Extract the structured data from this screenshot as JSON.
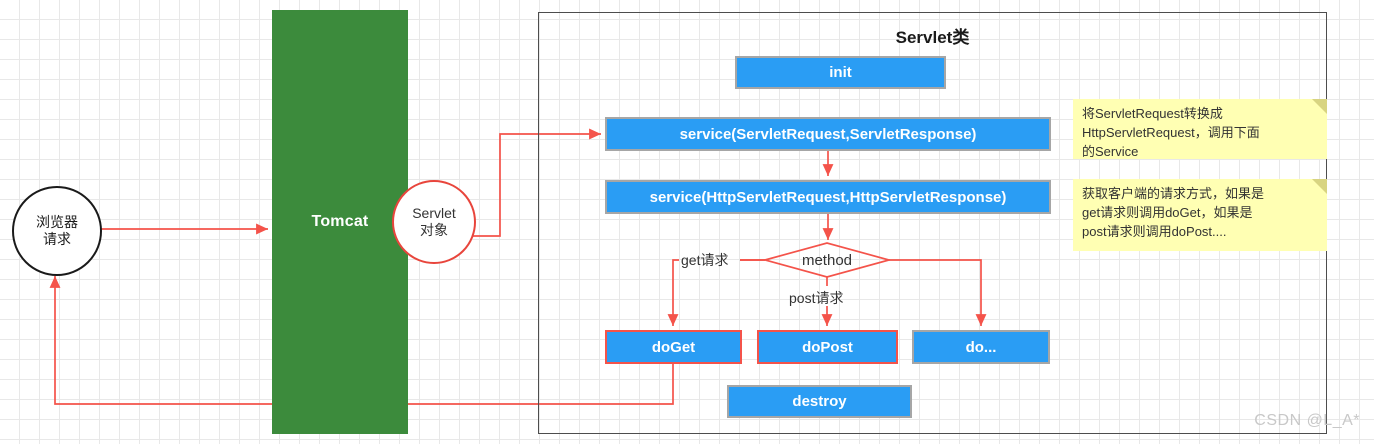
{
  "diagram": {
    "title": "Servlet类",
    "watermark": "CSDN @L_A*"
  },
  "nodes": {
    "browser": {
      "line1": "浏览器",
      "line2": "请求"
    },
    "tomcat": {
      "label": "Tomcat"
    },
    "servlet_object": {
      "line1": "Servlet",
      "line2": "对象"
    },
    "init": {
      "label": "init"
    },
    "service_generic": {
      "label": "service(ServletRequest,ServletResponse)"
    },
    "service_http": {
      "label": "service(HttpServletRequest,HttpServletResponse)"
    },
    "decision": {
      "label": "method"
    },
    "doget": {
      "label": "doGet"
    },
    "dopost": {
      "label": "doPost"
    },
    "dodots": {
      "label": "do..."
    },
    "destroy": {
      "label": "destroy"
    }
  },
  "edge_labels": {
    "get": "get请求",
    "post": "post请求"
  },
  "notes": [
    {
      "line1": "将ServletRequest转换成",
      "line2": "HttpServletRequest，调用下面",
      "line3": "的Service"
    },
    {
      "line1": "获取客户端的请求方式，如果是",
      "line2": "get请求则调用doGet，如果是",
      "line3": "post请求则调用doPost...."
    }
  ],
  "colors": {
    "process_fill": "#2a9df4",
    "tomcat_fill": "#3c8b3c",
    "arrow": "#f4534a",
    "note_fill": "#ffffb3",
    "border_gray": "#a6a6a6",
    "border_red": "#f4534a"
  }
}
